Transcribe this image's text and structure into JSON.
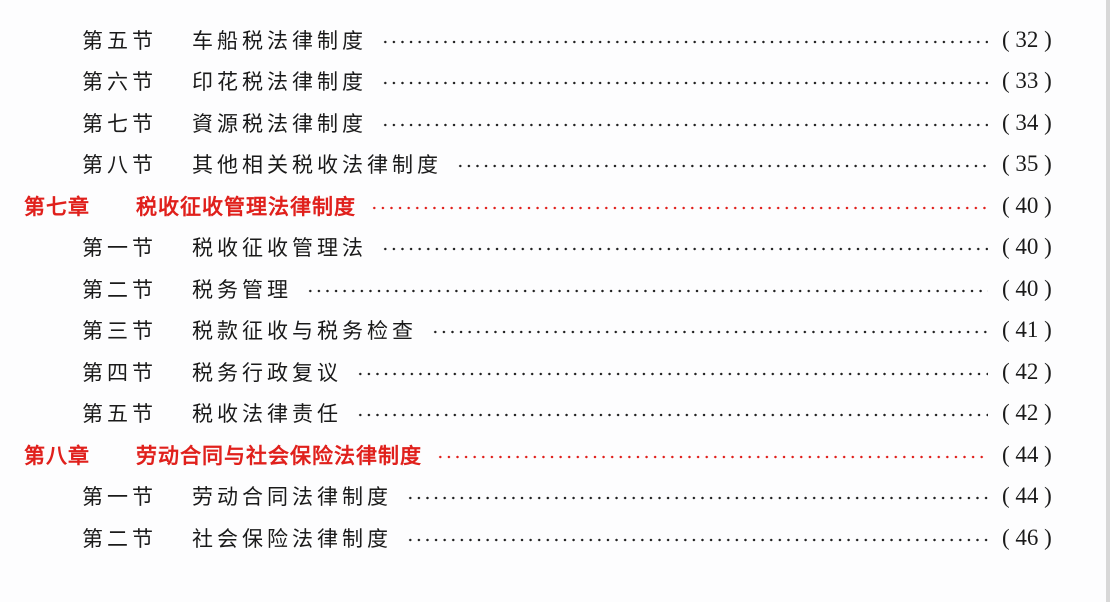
{
  "toc": {
    "entries": [
      {
        "type": "section",
        "num": "第五节",
        "title": "车船税法律制度",
        "page": "( 32 )"
      },
      {
        "type": "section",
        "num": "第六节",
        "title": "印花税法律制度",
        "page": "( 33 )"
      },
      {
        "type": "section",
        "num": "第七节",
        "title": "資源税法律制度",
        "page": "( 34 )"
      },
      {
        "type": "section",
        "num": "第八节",
        "title": "其他相关税收法律制度",
        "page": "( 35 )"
      },
      {
        "type": "chapter",
        "num": "第七章",
        "title": "税收征收管理法律制度",
        "page": "( 40 )"
      },
      {
        "type": "section",
        "num": "第一节",
        "title": "税收征收管理法",
        "page": "( 40 )"
      },
      {
        "type": "section",
        "num": "第二节",
        "title": "税务管理",
        "page": "( 40 )"
      },
      {
        "type": "section",
        "num": "第三节",
        "title": "税款征收与税务检查",
        "page": "( 41 )"
      },
      {
        "type": "section",
        "num": "第四节",
        "title": "税务行政复议",
        "page": "( 42 )"
      },
      {
        "type": "section",
        "num": "第五节",
        "title": "税收法律责任",
        "page": "( 42 )"
      },
      {
        "type": "chapter",
        "num": "第八章",
        "title": "劳动合同与社会保险法律制度",
        "page": "( 44 )"
      },
      {
        "type": "section",
        "num": "第一节",
        "title": "劳动合同法律制度",
        "page": "( 44 )"
      },
      {
        "type": "section",
        "num": "第二节",
        "title": "社会保险法律制度",
        "page": "( 46 )"
      }
    ]
  },
  "colors": {
    "chapter": "#e0201c",
    "section": "#1a1a1a",
    "background": "#fdfdfe"
  }
}
